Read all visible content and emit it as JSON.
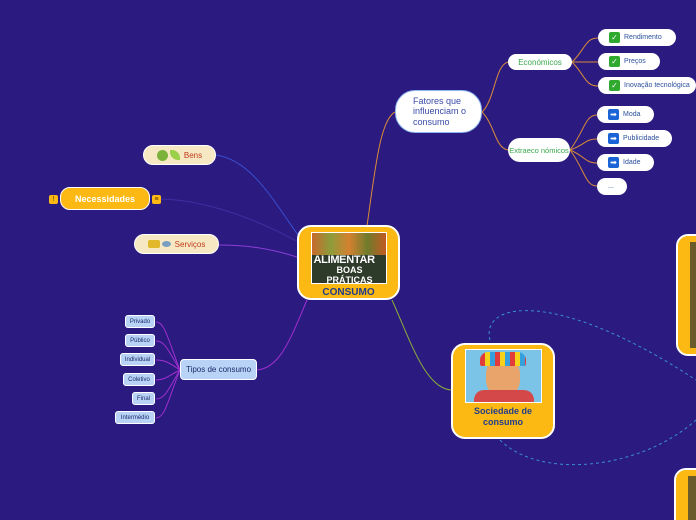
{
  "central": {
    "image_text_line1": "ALIMENTAR",
    "image_text_line2": "BOAS PRÁTICAS",
    "label": "CONSUMO"
  },
  "fatores": {
    "label": "Fatores que influenciam o consumo"
  },
  "economicos": {
    "label": "Económicos",
    "items": [
      {
        "label": "Rendimento",
        "icon": "check-icon"
      },
      {
        "label": "Preços",
        "icon": "check-icon"
      },
      {
        "label": "Inovação tecnológica",
        "icon": "check-icon"
      }
    ]
  },
  "extraeconomicos": {
    "label": "Extraeco nómicos",
    "items": [
      {
        "label": "Moda",
        "icon": "arrow-right-icon"
      },
      {
        "label": "Publicidade",
        "icon": "arrow-right-icon"
      },
      {
        "label": "Idade",
        "icon": "arrow-right-icon"
      },
      {
        "label": "..."
      }
    ]
  },
  "bens": {
    "label": "Bens"
  },
  "necessidades": {
    "label": "Necessidades",
    "left_icon": "!",
    "right_icon": "≡"
  },
  "servicos": {
    "label": "Serviços"
  },
  "tipos": {
    "label": "Tipos de consumo",
    "items": [
      "Privado",
      "Público",
      "Individual",
      "Coletivo",
      "Final",
      "Intermédio"
    ]
  },
  "sociedade": {
    "label": "Sociedade de consumo"
  },
  "colors": {
    "background": "#2b1a7f",
    "accent": "#fdb913",
    "leaf_text": "#2a4f9a",
    "branch_text": "#3aa84e"
  }
}
